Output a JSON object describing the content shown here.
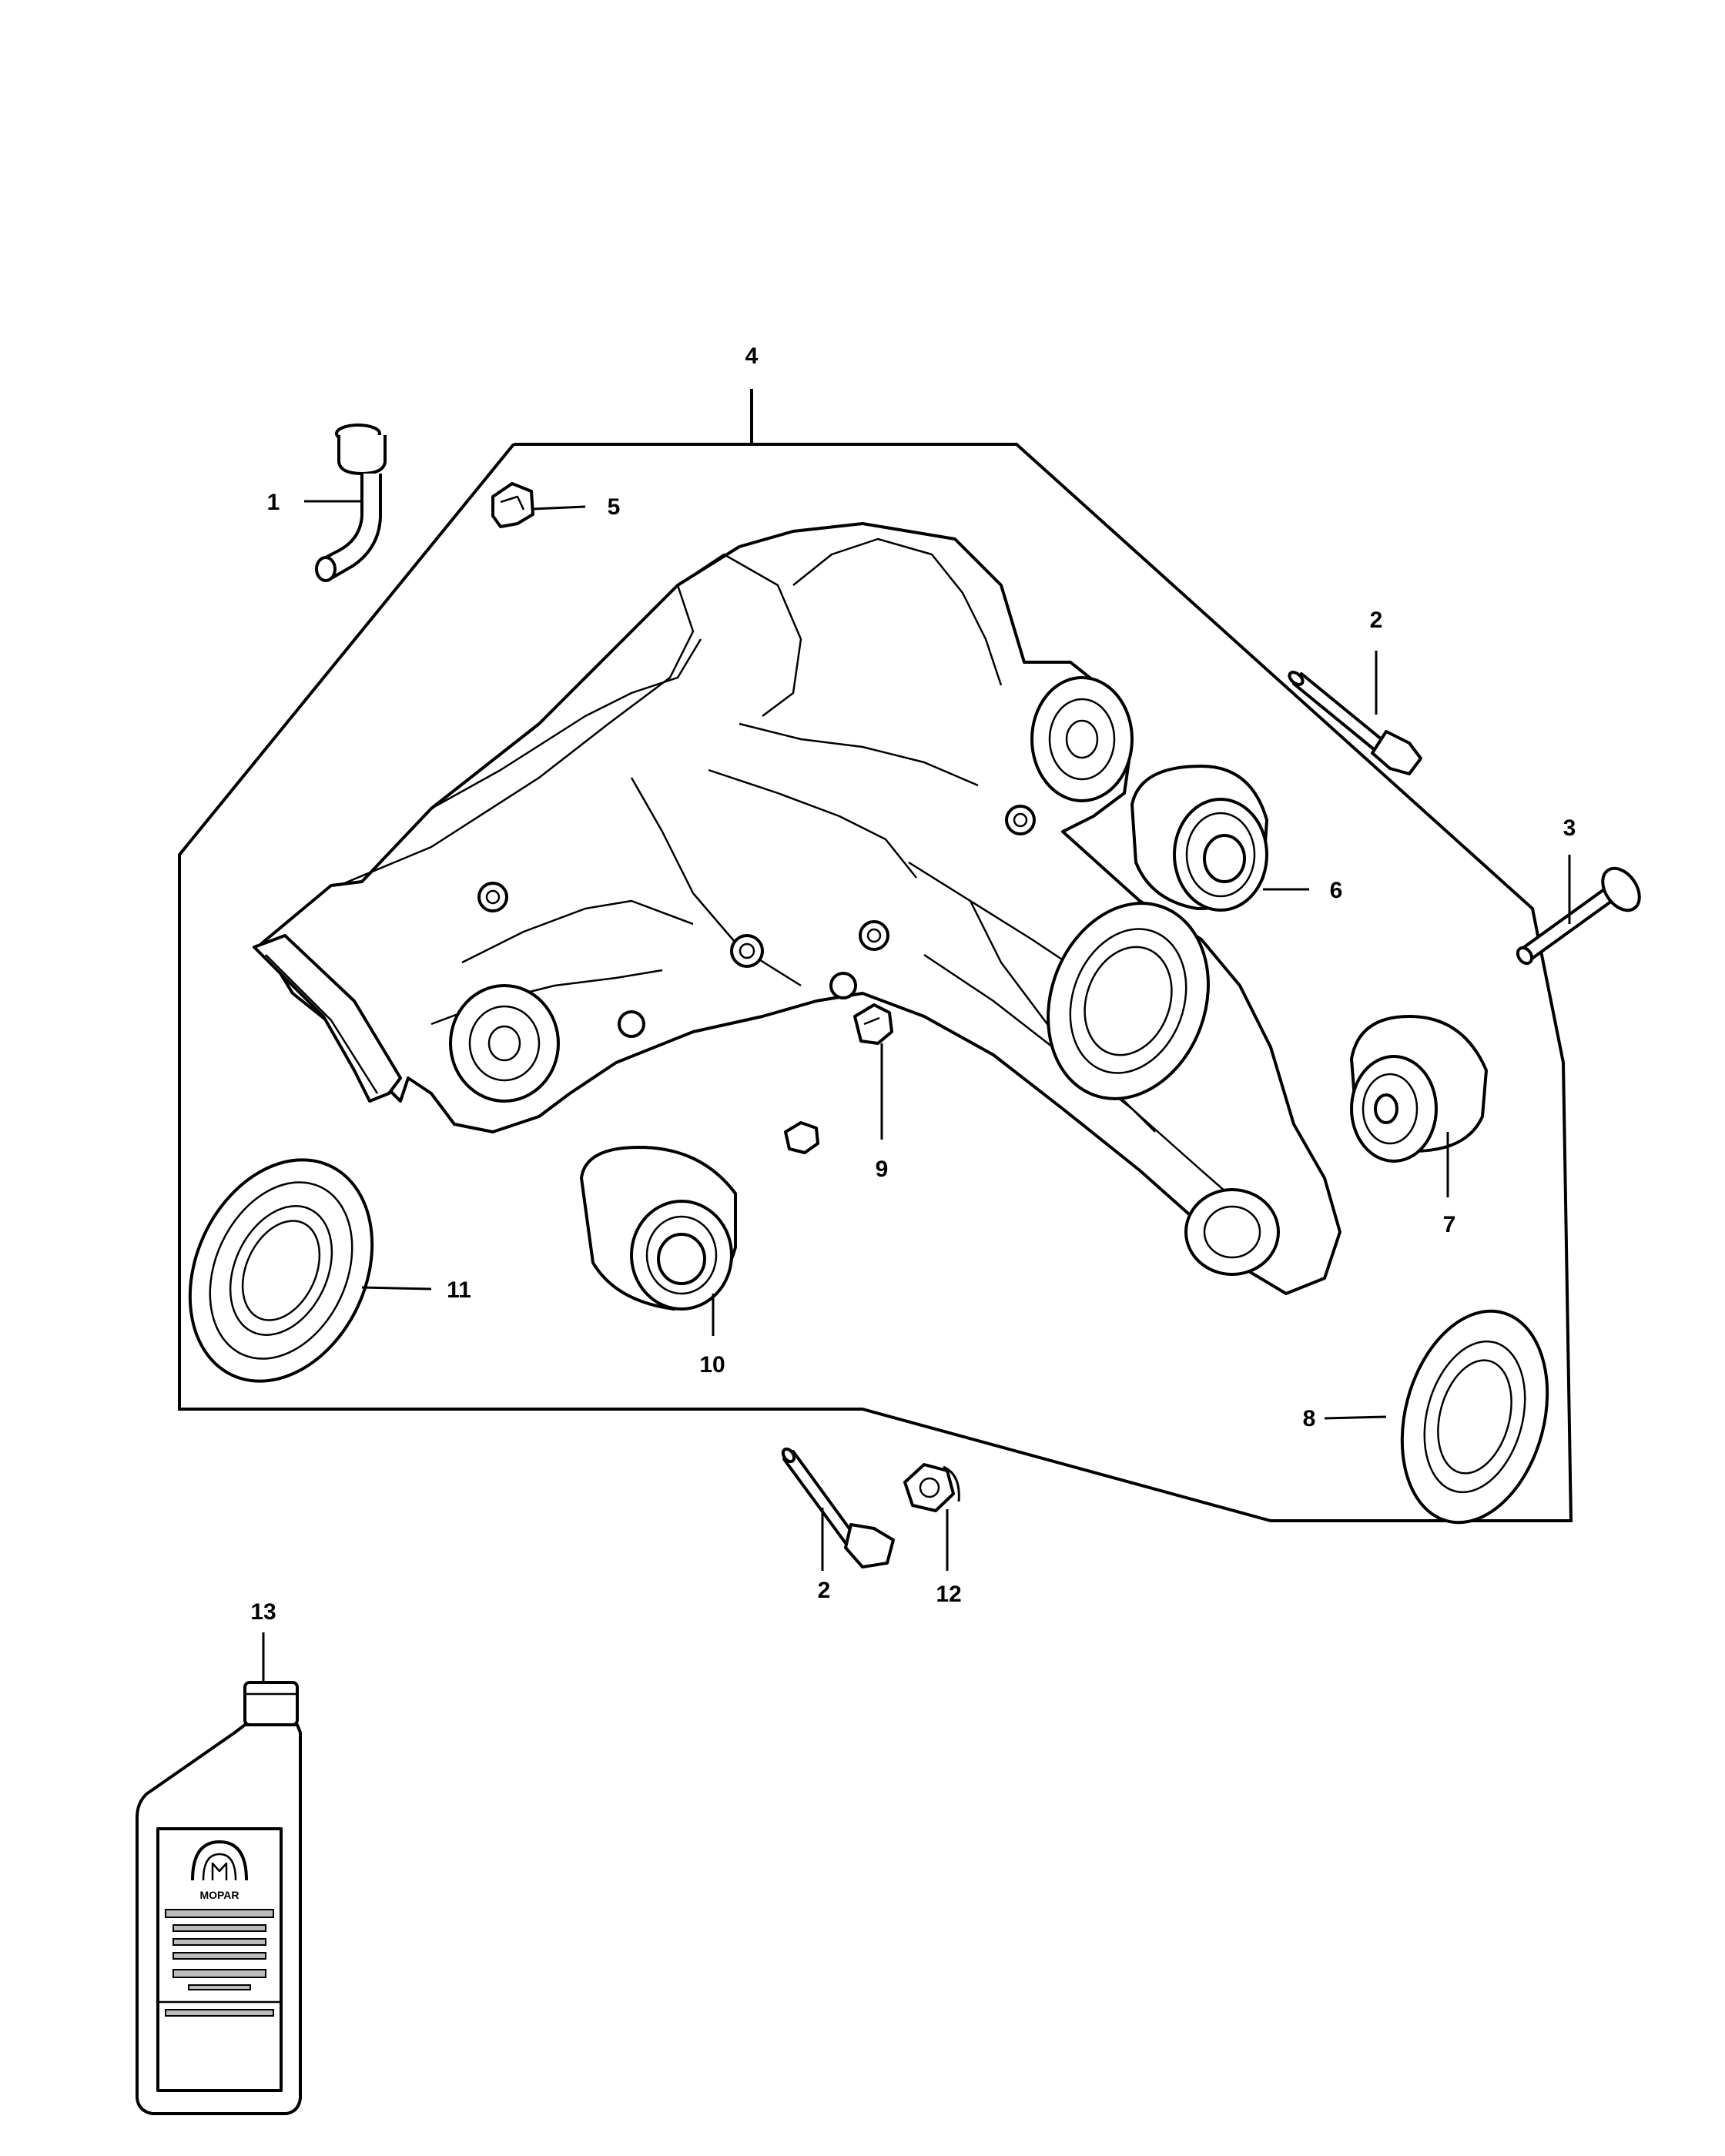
{
  "diagram": {
    "callouts": {
      "c1": "1",
      "c2a": "2",
      "c2b": "2",
      "c3": "3",
      "c4": "4",
      "c5": "5",
      "c6": "6",
      "c7": "7",
      "c8": "8",
      "c9": "9",
      "c10": "10",
      "c11": "11",
      "c12": "12",
      "c13": "13"
    },
    "parts": {
      "p1": "vent-tube",
      "p2": "bolt",
      "p3": "pin",
      "p4": "differential-housing-assembly",
      "p5": "clip",
      "p6": "bushing",
      "p7": "bushing",
      "p8": "seal",
      "p9": "plug",
      "p10": "bushing",
      "p11": "seal",
      "p12": "nut",
      "p13": "lubricant-bottle"
    },
    "bottle_brand": "MOPAR"
  }
}
